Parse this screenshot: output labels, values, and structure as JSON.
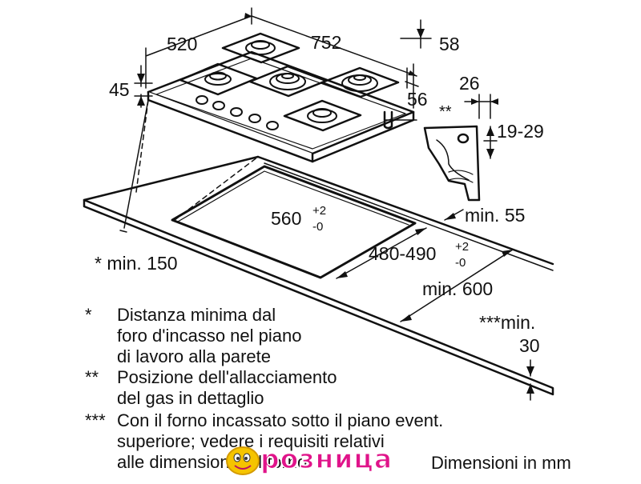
{
  "dimensions": {
    "d752": "752",
    "d520": "520",
    "d58": "58",
    "d45": "45",
    "d56": "56",
    "d26": "26",
    "double_star": "**",
    "d19_29": "19-29",
    "cutout_width": "560",
    "cutout_width_tol_plus": "+2",
    "cutout_width_tol_minus": "-0",
    "cutout_depth": "480-490",
    "cutout_depth_tol_plus": "+2",
    "cutout_depth_tol_minus": "-0",
    "min55": "min. 55",
    "min150": "* min. 150",
    "min600": "min. 600",
    "min30_a": "***min.",
    "min30_b": "30"
  },
  "legend": [
    {
      "mark": "*",
      "lines": [
        "Distanza minima dal",
        "foro d'incasso nel piano",
        "di lavoro alla parete"
      ]
    },
    {
      "mark": "**",
      "lines": [
        "Posizione dell'allacciamento",
        "del gas in dettaglio"
      ]
    },
    {
      "mark": "***",
      "lines": [
        "Con il forno incassato sotto il piano event.",
        "superiore; vedere i requisiti relativi",
        "alle dimensioni del forno."
      ]
    }
  ],
  "units_note": "Dimensioni in mm",
  "watermark": {
    "text": "розница",
    "color": "#e0148a"
  },
  "colors": {
    "line": "#111111",
    "background": "#ffffff"
  }
}
